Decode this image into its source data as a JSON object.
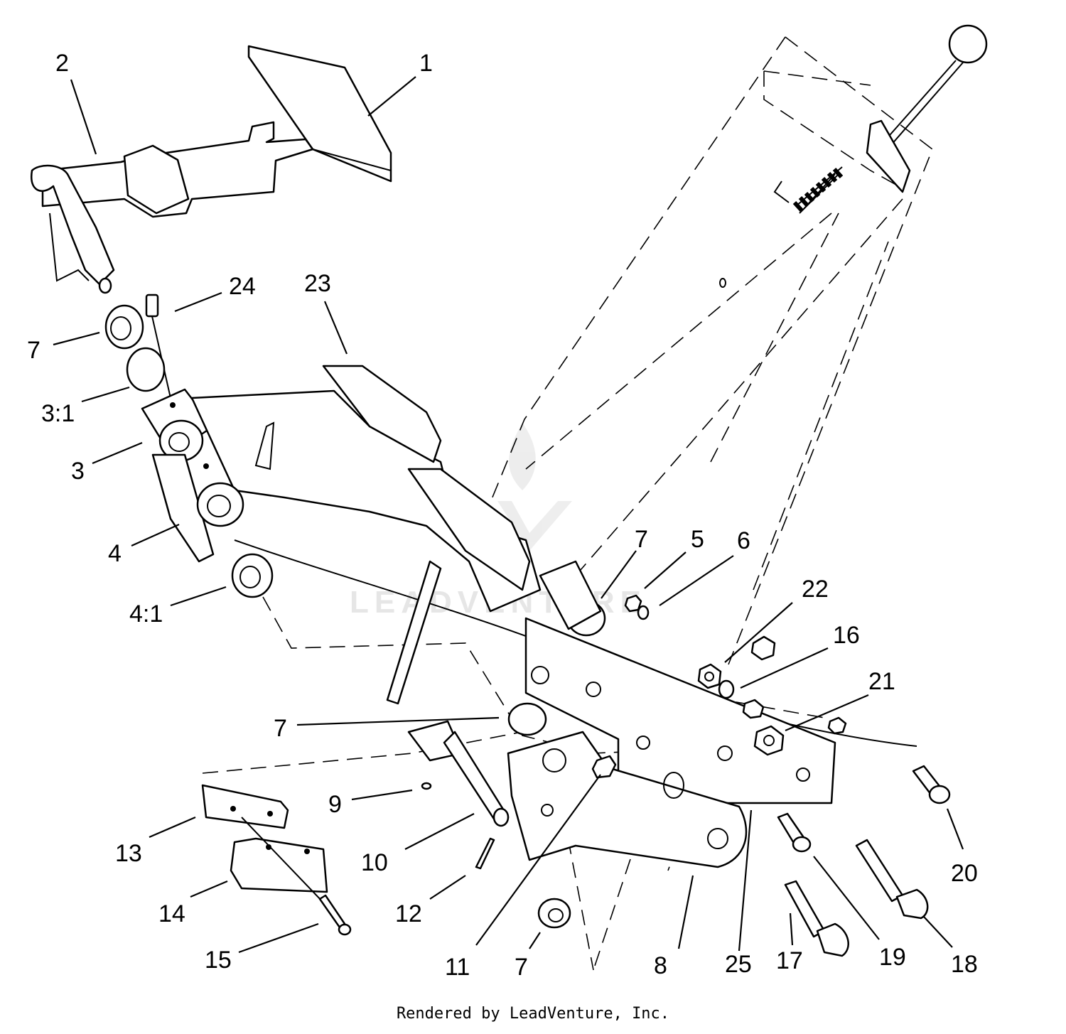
{
  "callouts": [
    {
      "id": "c1",
      "text": "1"
    },
    {
      "id": "c2",
      "text": "2"
    },
    {
      "id": "c24",
      "text": "24"
    },
    {
      "id": "c23",
      "text": "23"
    },
    {
      "id": "c7a",
      "text": "7"
    },
    {
      "id": "c3_1",
      "text": "3:1"
    },
    {
      "id": "c3",
      "text": "3"
    },
    {
      "id": "c4",
      "text": "4"
    },
    {
      "id": "c4_1",
      "text": "4:1"
    },
    {
      "id": "c7b",
      "text": "7"
    },
    {
      "id": "c5",
      "text": "5"
    },
    {
      "id": "c6",
      "text": "6"
    },
    {
      "id": "c22",
      "text": "22"
    },
    {
      "id": "c16",
      "text": "16"
    },
    {
      "id": "c21",
      "text": "21"
    },
    {
      "id": "c7c",
      "text": "7"
    },
    {
      "id": "c9",
      "text": "9"
    },
    {
      "id": "c13",
      "text": "13"
    },
    {
      "id": "c10",
      "text": "10"
    },
    {
      "id": "c20",
      "text": "20"
    },
    {
      "id": "c14",
      "text": "14"
    },
    {
      "id": "c12",
      "text": "12"
    },
    {
      "id": "c19",
      "text": "19"
    },
    {
      "id": "c18",
      "text": "18"
    },
    {
      "id": "c17",
      "text": "17"
    },
    {
      "id": "c25",
      "text": "25"
    },
    {
      "id": "c15",
      "text": "15"
    },
    {
      "id": "c11",
      "text": "11"
    },
    {
      "id": "c7d",
      "text": "7"
    },
    {
      "id": "c8",
      "text": "8"
    }
  ],
  "watermark": "LEADVENTURE",
  "footer": "Rendered by LeadVenture, Inc."
}
